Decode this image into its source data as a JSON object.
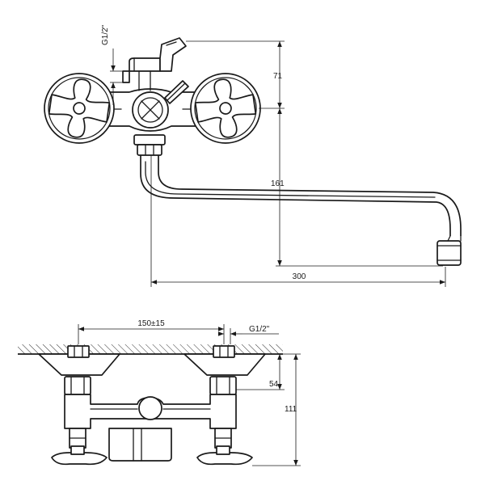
{
  "dimensions": {
    "thread_top": "G1/2\"",
    "height_upper": "71",
    "height_spout": "161",
    "spout_reach": "300",
    "center_distance": "150±15",
    "thread_bottom": "G1/2\"",
    "height_54": "54",
    "height_111": "111"
  },
  "colors": {
    "line": "#1a1a1a",
    "background": "#ffffff"
  }
}
